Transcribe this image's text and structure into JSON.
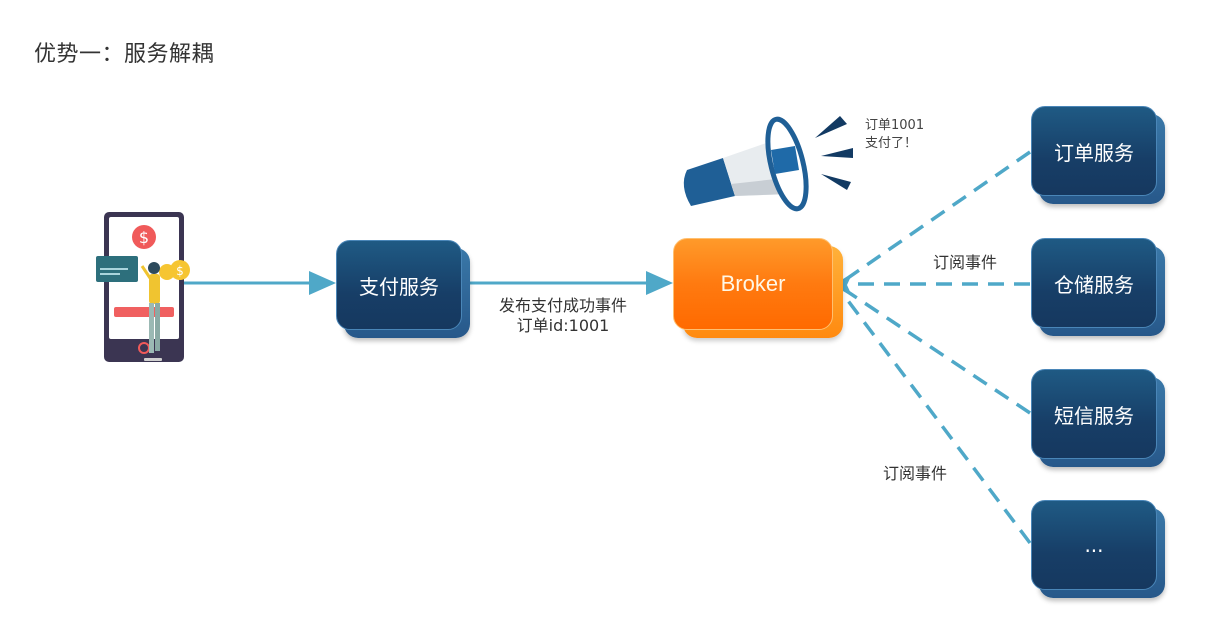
{
  "title": "优势一：服务解耦",
  "payment_service": "支付服务",
  "broker": "Broker",
  "publish_label": {
    "line1": "发布支付成功事件",
    "line2": "订单id:1001"
  },
  "announcement": {
    "line1": "订单1001",
    "line2": "支付了！"
  },
  "subscribe_labels": [
    "订阅事件",
    "订阅事件"
  ],
  "subscribers": [
    "订单服务",
    "仓储服务",
    "短信服务",
    "..."
  ],
  "colors": {
    "arrow": "#4fa8c8",
    "service_dark": "#173e67",
    "broker_orange": "#ff7a10"
  }
}
